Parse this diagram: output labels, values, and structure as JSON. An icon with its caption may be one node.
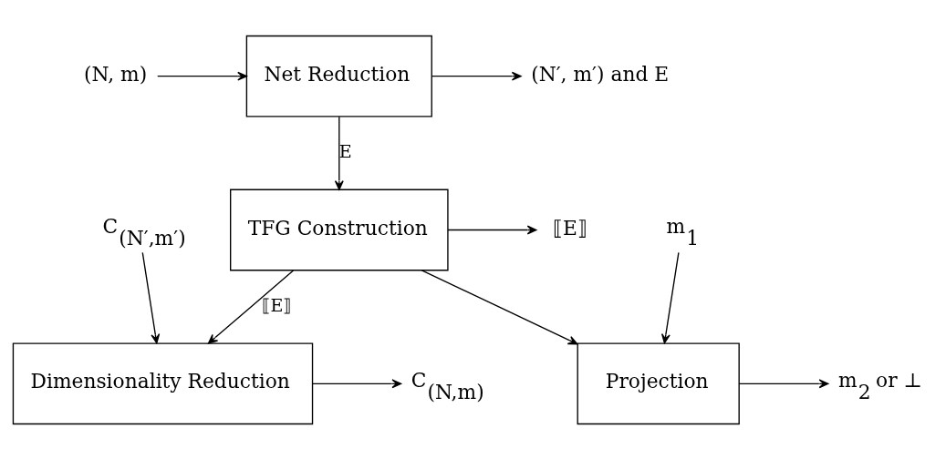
{
  "diagram": {
    "nodes": [
      {
        "text": [
          "(N, m)"
        ]
      },
      {
        "text": [
          "Net Reduction"
        ]
      },
      {
        "text": [
          "(N′, m′) and E"
        ]
      },
      {
        "text": [
          "TFG Construction"
        ]
      },
      {
        "text": [
          "⟦E⟧"
        ]
      },
      {
        "text": [
          "C$_{(N′,m′)}$"
        ]
      },
      {
        "text": [
          "m$_{1}$"
        ]
      },
      {
        "text": [
          "C$_{(N,m)}$"
        ]
      },
      {
        "text": [
          "Dimensionality Reduction"
        ]
      },
      {
        "text": [
          "Projection"
        ]
      },
      {
        "text": [
          "m$_{2}$ or ⊥"
        ]
      }
    ],
    "edges": [
      {
        "from": 0,
        "to": 1,
        "arrow": "to"
      },
      {
        "from": 1,
        "to": 2,
        "arrow": "to"
      },
      {
        "from": 1,
        "to": 3,
        "arrow": "to",
        "label": "E"
      },
      {
        "from": 3,
        "to": 4,
        "arrow": "to"
      },
      {
        "from": 3,
        "to": 8,
        "arrow": "to",
        "label": "⟦E⟧"
      },
      {
        "from": 3,
        "to": 9,
        "arrow": "to"
      },
      {
        "from": 5,
        "to": 8,
        "arrow": "to"
      },
      {
        "from": 8,
        "to": 7,
        "arrow": "to"
      },
      {
        "from": 6,
        "to": 9,
        "arrow": "to"
      },
      {
        "from": 9,
        "to": 10,
        "arrow": "to"
      }
    ]
  }
}
